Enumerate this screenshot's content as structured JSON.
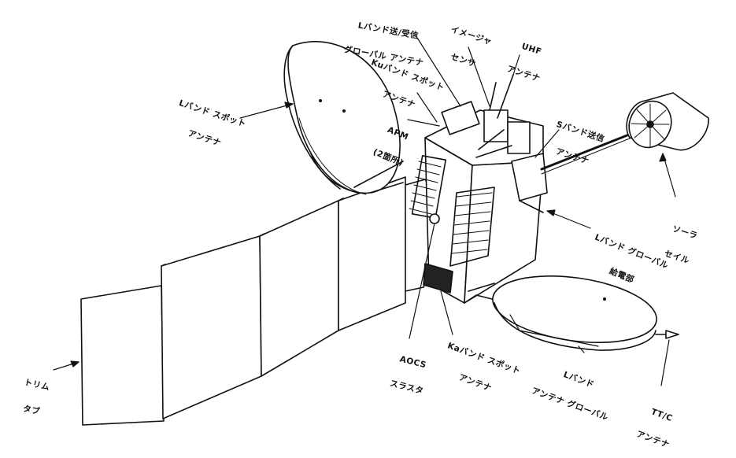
{
  "labels": {
    "l_band_spot_left": [
      "Lバンド スポット",
      "アンテナ"
    ],
    "l_band_global_txrx": [
      "Lバンド送/受信",
      "グローバル アンテナ"
    ],
    "imager_sensor": [
      "イメージャ",
      "センサ"
    ],
    "uhf_antenna": [
      "UHF",
      "アンテナ"
    ],
    "ku_band_spot": [
      "Kuバンド スポット",
      "アンテナ"
    ],
    "apm": [
      "APM",
      "(2箇所)"
    ],
    "s_band_tx": [
      "Sバンド送信",
      "アンテナ"
    ],
    "solar_sail": [
      "ソーラ",
      "セイル"
    ],
    "l_band_global_feed": [
      "Lバンド グローバル",
      "給電部"
    ],
    "trim_tab": [
      "トリム",
      "タブ"
    ],
    "aocs_thruster": [
      "AOCS",
      "スラスタ"
    ],
    "ka_band_spot": [
      "Kaバンド スポット",
      "アンテナ"
    ],
    "l_band_global_lower": [
      "Lバンド",
      "アンテナ グローバル"
    ],
    "ttc_antenna": [
      "TT/C",
      "アンテナ"
    ]
  }
}
